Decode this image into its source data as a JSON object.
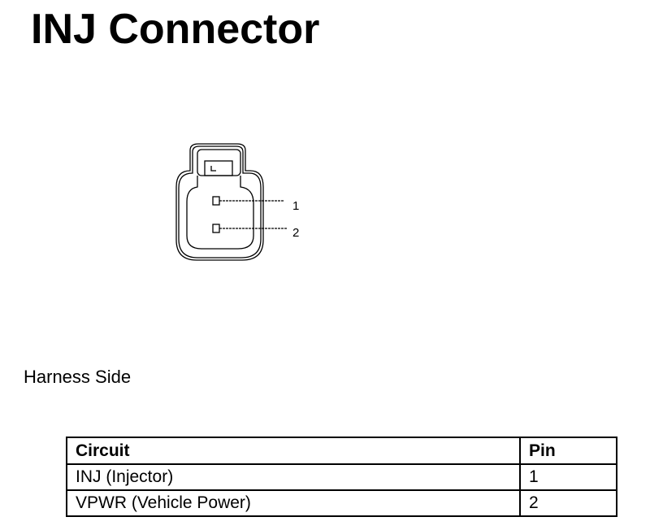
{
  "title": "INJ Connector",
  "connector": {
    "pin_labels": [
      "1",
      "2"
    ]
  },
  "view_label": "Harness Side",
  "table": {
    "headers": {
      "circuit": "Circuit",
      "pin": "Pin"
    },
    "rows": [
      {
        "circuit": "INJ (Injector)",
        "pin": "1"
      },
      {
        "circuit": "VPWR (Vehicle Power)",
        "pin": "2"
      }
    ]
  }
}
